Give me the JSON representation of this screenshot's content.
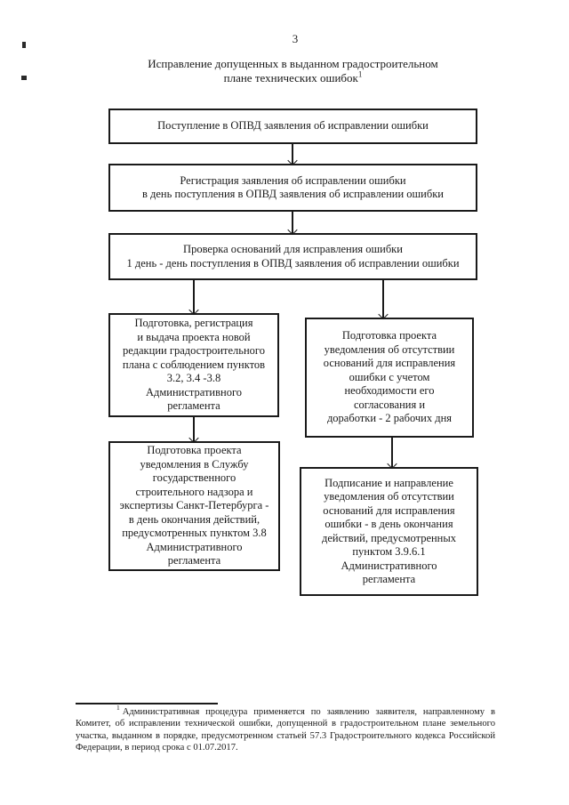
{
  "page": {
    "number": "3"
  },
  "title": {
    "line1": "Исправление допущенных в выданном градостроительном",
    "line2": "плане технических ошибок",
    "footnote_ref": "1"
  },
  "flowchart": {
    "boxes": [
      {
        "id": "receipt",
        "text": "Поступление в ОПВД заявления об исправлении ошибки"
      },
      {
        "id": "registration",
        "text": "Регистрация заявления об исправлении ошибки\nв день поступления в ОПВД заявления об исправлении ошибки"
      },
      {
        "id": "check-grounds",
        "text": "Проверка оснований для исправления ошибки\n1 день - день поступления в ОПВД заявления об исправлении ошибки"
      },
      {
        "id": "new-edition",
        "text": "Подготовка, регистрация\nи выдача проекта новой\nредакции градостроительного\nплана с соблюдением пунктов\n3.2, 3.4 -3.8\nАдминистративного\nрегламента"
      },
      {
        "id": "notice-draft",
        "text": "Подготовка проекта\nуведомления об отсутствии\nоснований для исправления\nошибки с учетом\nнеобходимости его\nсогласования и\nдоработки - 2 рабочих дня"
      },
      {
        "id": "service-notice",
        "text": "Подготовка проекта\nуведомления в Службу\nгосударственного\nстроительного надзора и\nэкспертизы Санкт-Петербурга -\nв день окончания действий,\nпредусмотренных пунктом 3.8\nАдминистративного\nрегламента"
      },
      {
        "id": "signing",
        "text": "Подписание и направление\nуведомления об отсутствии\nоснований для исправления\nошибки - в день окончания\nдействий, предусмотренных\nпунктом 3.9.6.1\nАдминистративного\nрегламента"
      }
    ]
  },
  "footnote": {
    "marker": "1",
    "text": "Административная процедура применяется по заявлению заявителя, направленному в Комитет, об исправлении технической ошибки, допущенной в градостроительном плане земельного участка, выданном в порядке, предусмотренном статьей 57.3 Градостроительного кодекса Российской Федерации, в период срока с 01.07.2017."
  },
  "colors": {
    "ink": "#1a1a1a",
    "paper": "#ffffff"
  }
}
